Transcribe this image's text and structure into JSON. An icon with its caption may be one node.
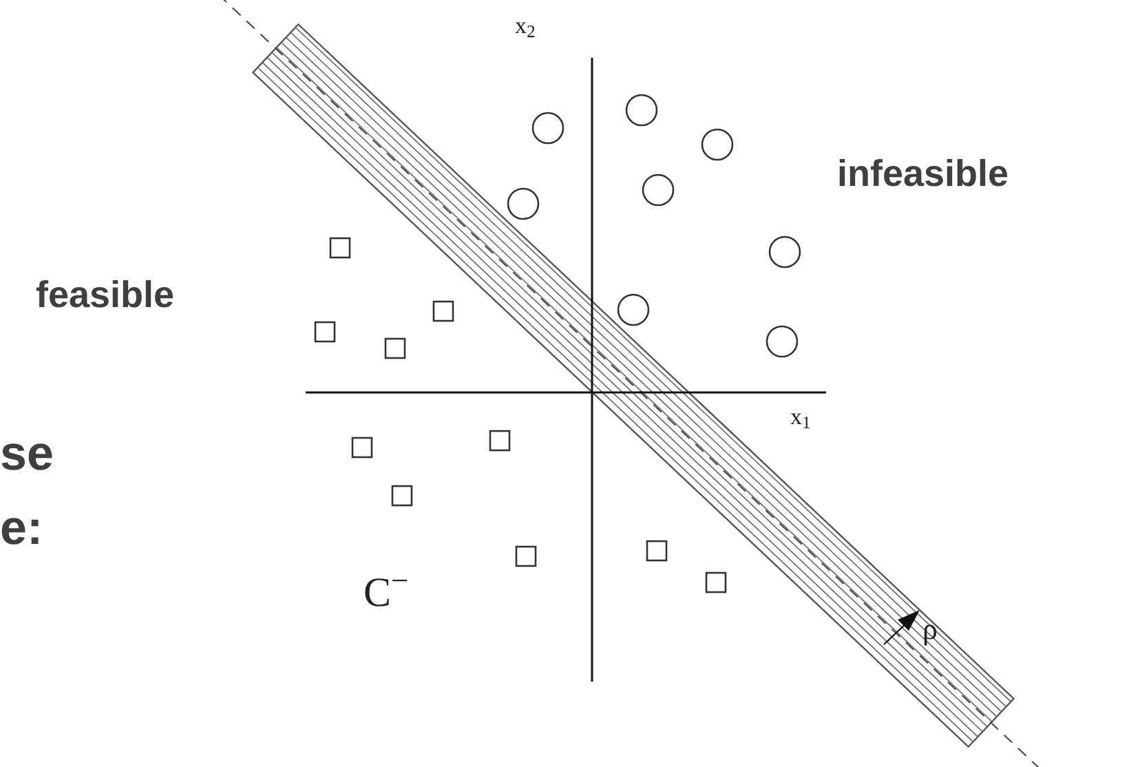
{
  "diagram": {
    "labels": [
      "x$_{2}$",
      "infeasible",
      "feasible",
      "x$_{1}$",
      "se",
      "e:",
      "C$^{−}$",
      "ρ"
    ]
  }
}
